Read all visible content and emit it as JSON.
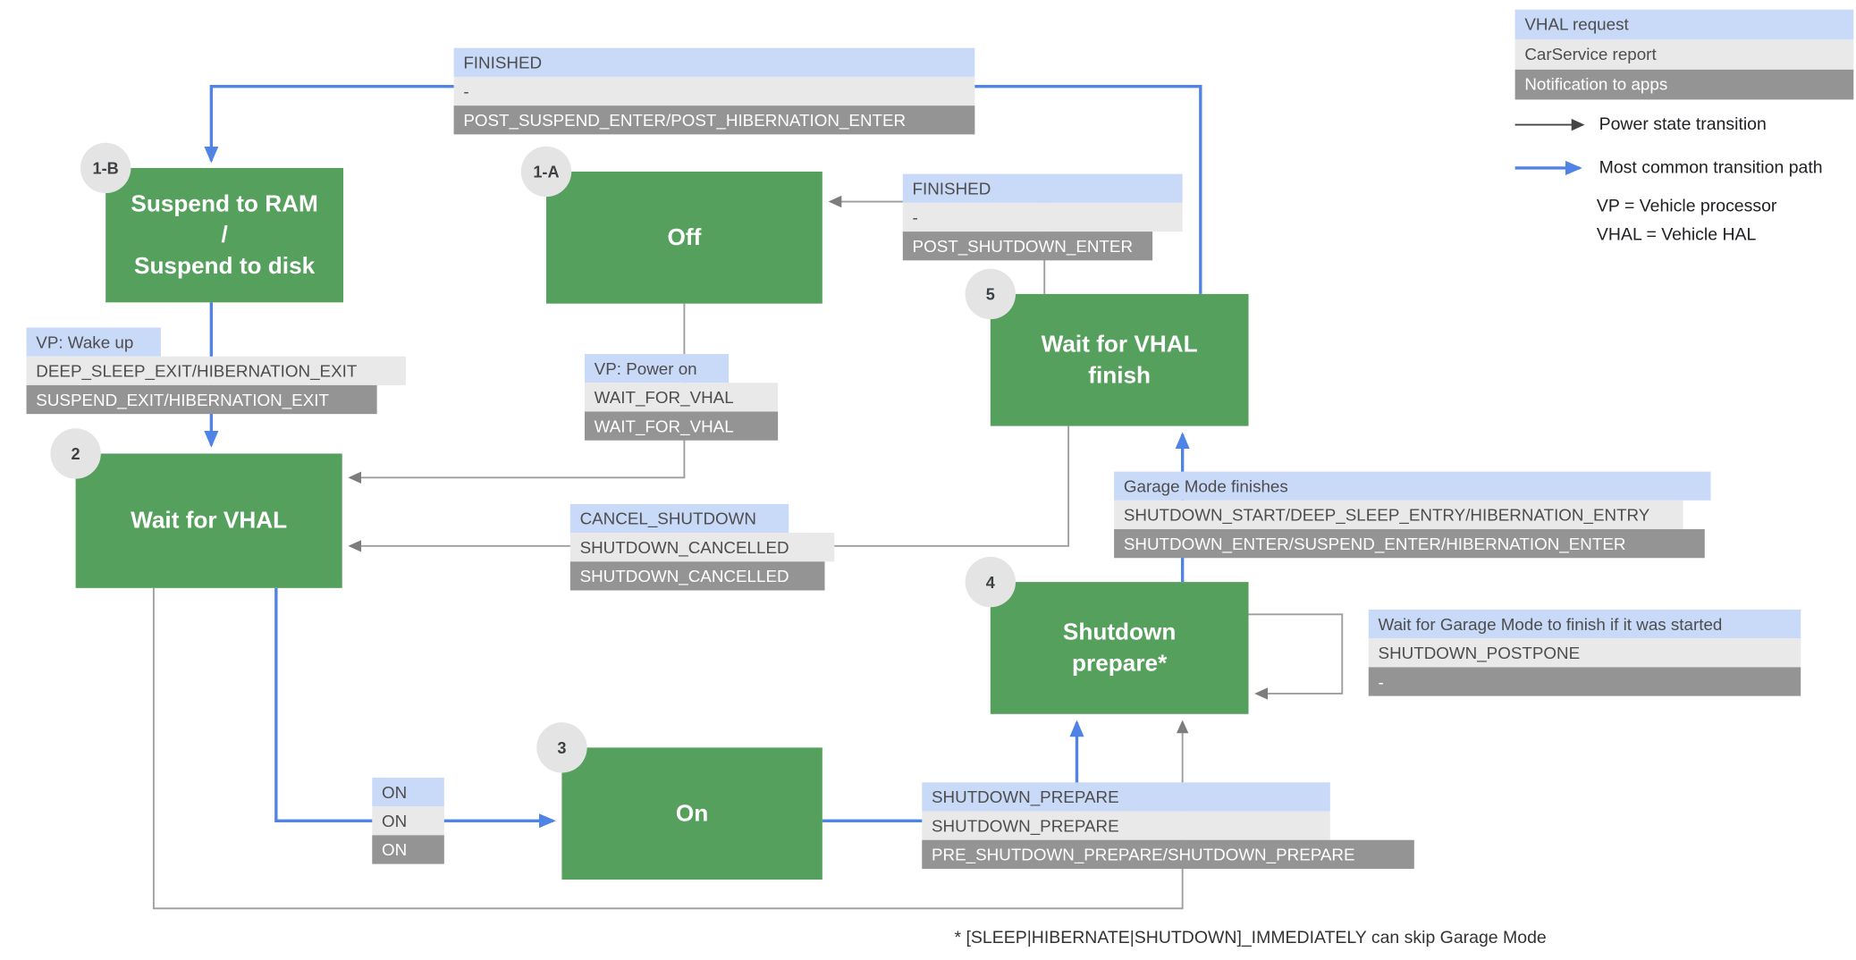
{
  "legend": {
    "rows": [
      {
        "label": "VHAL request"
      },
      {
        "label": "CarService report"
      },
      {
        "label": "Notification to apps"
      }
    ],
    "power_state_transition": "Power state transition",
    "most_common": "Most common transition path",
    "vp_def": "VP = Vehicle processor",
    "vhal_def": "VHAL = Vehicle HAL"
  },
  "states": [
    {
      "id": "suspend",
      "badge": "1-B",
      "lines": [
        "Suspend to RAM",
        "/",
        "Suspend to disk"
      ]
    },
    {
      "id": "off",
      "badge": "1-A",
      "lines": [
        "Off"
      ]
    },
    {
      "id": "wait-for-vhal-finish",
      "badge": "5",
      "lines": [
        "Wait for VHAL",
        "finish"
      ]
    },
    {
      "id": "wait-for-vhal",
      "badge": "2",
      "lines": [
        "Wait for VHAL"
      ]
    },
    {
      "id": "shutdown-prepare",
      "badge": "4",
      "lines": [
        "Shutdown",
        "prepare*"
      ]
    },
    {
      "id": "on",
      "badge": "3",
      "lines": [
        "On"
      ]
    }
  ],
  "labels": {
    "finished_suspend": {
      "vhal": "FINISHED",
      "car": "-",
      "notif": "POST_SUSPEND_ENTER/POST_HIBERNATION_ENTER"
    },
    "finished_off": {
      "vhal": "FINISHED",
      "car": "-",
      "notif": "POST_SHUTDOWN_ENTER"
    },
    "wake_up": {
      "vhal": "VP: Wake up",
      "car": "DEEP_SLEEP_EXIT/HIBERNATION_EXIT",
      "notif": "SUSPEND_EXIT/HIBERNATION_EXIT"
    },
    "power_on": {
      "vhal": "VP: Power on",
      "car": "WAIT_FOR_VHAL",
      "notif": "WAIT_FOR_VHAL"
    },
    "cancel_shutdown": {
      "vhal": "CANCEL_SHUTDOWN",
      "car": "SHUTDOWN_CANCELLED",
      "notif": "SHUTDOWN_CANCELLED"
    },
    "garage_finish": {
      "vhal": "Garage Mode finishes",
      "car": "SHUTDOWN_START/DEEP_SLEEP_ENTRY/HIBERNATION_ENTRY",
      "notif": "SHUTDOWN_ENTER/SUSPEND_ENTER/HIBERNATION_ENTER"
    },
    "postpone": {
      "vhal": "Wait for Garage Mode to finish if it was started",
      "car": "SHUTDOWN_POSTPONE",
      "notif": "-"
    },
    "on": {
      "vhal": "ON",
      "car": "ON",
      "notif": "ON"
    },
    "shutdown_prepare": {
      "vhal": "SHUTDOWN_PREPARE",
      "car": "SHUTDOWN_PREPARE",
      "notif": "PRE_SHUTDOWN_PREPARE/SHUTDOWN_PREPARE"
    }
  },
  "footnote": "* [SLEEP|HIBERNATE|SHUTDOWN]_IMMEDIATELY can skip Garage Mode",
  "colors": {
    "state_green": "#55a05c",
    "vhal_request_blue": "#c9daf8",
    "carservice_gray": "#e9e9e9",
    "notification_gray": "#949494",
    "arrow_blue": "#4f83e6",
    "arrow_gray": "#9e9e9e"
  }
}
